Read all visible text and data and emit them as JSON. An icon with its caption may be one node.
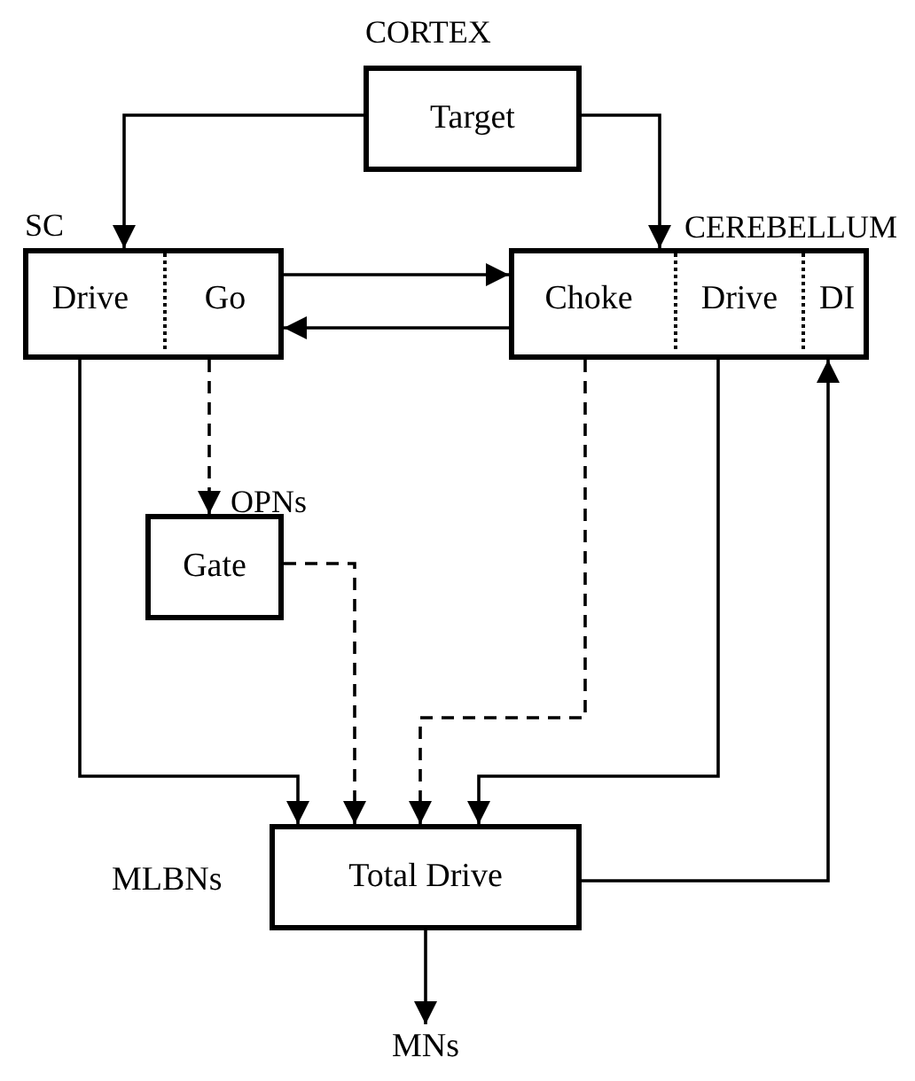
{
  "diagram": {
    "nodes": [
      {
        "text": [
          "CORTEX",
          "Target"
        ]
      },
      {
        "text": [
          "SC"
        ]
      },
      {
        "text": [
          "Drive"
        ],
        "in": 1
      },
      {
        "text": [
          "Go"
        ],
        "in": 1
      },
      {
        "text": [
          "CEREBELLUM"
        ]
      },
      {
        "text": [
          "Choke"
        ],
        "in": 4
      },
      {
        "text": [
          "Drive"
        ],
        "in": 4
      },
      {
        "text": [
          "DI"
        ],
        "in": 4
      },
      {
        "text": [
          "OPNs",
          "Gate"
        ]
      },
      {
        "text": [
          "Total Drive"
        ],
        "beside": [
          "MLBNs"
        ]
      },
      {
        "text": [
          "MNs"
        ]
      }
    ],
    "edges": [
      {
        "from": 0,
        "to": 1,
        "arrow": "to"
      },
      {
        "from": 0,
        "to": 4,
        "arrow": "to"
      },
      {
        "from": 1,
        "to": 4,
        "arrow": "to"
      },
      {
        "from": 4,
        "to": 1,
        "arrow": "to"
      },
      {
        "from": 3,
        "to": 8,
        "arrow": "to",
        "style": "dashed"
      },
      {
        "from": 2,
        "to": 9,
        "arrow": "to"
      },
      {
        "from": 8,
        "to": 9,
        "arrow": "to",
        "style": "dashed"
      },
      {
        "from": 5,
        "to": 9,
        "arrow": "to",
        "style": "dashed"
      },
      {
        "from": 6,
        "to": 9,
        "arrow": "to"
      },
      {
        "from": 9,
        "to": 7,
        "arrow": "to"
      },
      {
        "from": 9,
        "to": 10,
        "arrow": "to"
      }
    ]
  }
}
